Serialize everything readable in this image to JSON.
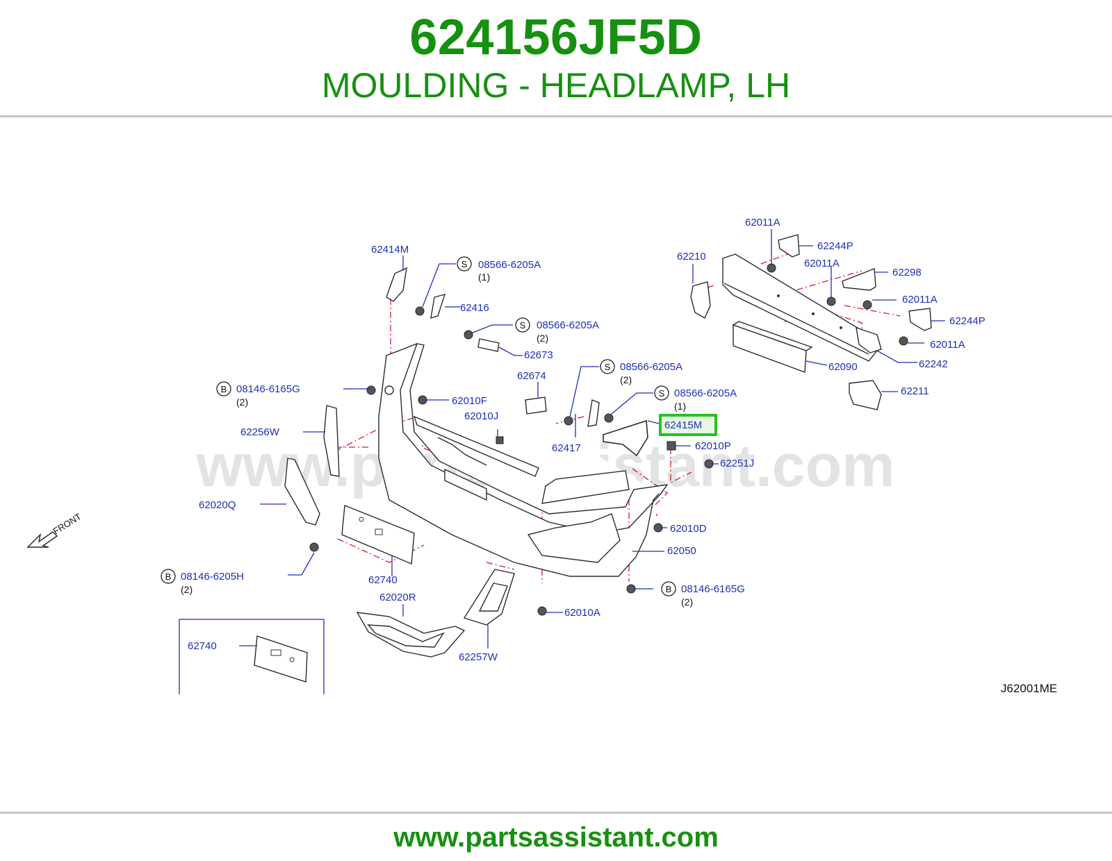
{
  "header": {
    "part_number": "624156JF5D",
    "description": "MOULDING - HEADLAMP, LH"
  },
  "watermark": "www.partsassistant.com",
  "footer": {
    "url": "www.partsassistant.com"
  },
  "diagram": {
    "code": "J62001ME",
    "front_label": "FRONT",
    "highlighted_part": "62415M",
    "labels": [
      {
        "id": "l-62011a-1",
        "text": "62011A"
      },
      {
        "id": "l-62244p-1",
        "text": "62244P"
      },
      {
        "id": "l-62210",
        "text": "62210"
      },
      {
        "id": "l-62011a-2",
        "text": "62011A"
      },
      {
        "id": "l-62298",
        "text": "62298"
      },
      {
        "id": "l-62011a-3",
        "text": "62011A"
      },
      {
        "id": "l-62244p-2",
        "text": "62244P"
      },
      {
        "id": "l-62011a-4",
        "text": "62011A"
      },
      {
        "id": "l-62242",
        "text": "62242"
      },
      {
        "id": "l-62090",
        "text": "62090"
      },
      {
        "id": "l-62211",
        "text": "62211"
      },
      {
        "id": "l-62414m",
        "text": "62414M"
      },
      {
        "id": "l-s08566-1",
        "text": "08566-6205A"
      },
      {
        "id": "l-62416",
        "text": "62416"
      },
      {
        "id": "l-s08566-2",
        "text": "08566-6205A"
      },
      {
        "id": "l-62673",
        "text": "62673"
      },
      {
        "id": "l-62674",
        "text": "62674"
      },
      {
        "id": "l-s08566-3",
        "text": "08566-6205A"
      },
      {
        "id": "l-s08566-4",
        "text": "08566-6205A"
      },
      {
        "id": "l-b08146-1",
        "text": "08146-6165G"
      },
      {
        "id": "l-62010f",
        "text": "62010F"
      },
      {
        "id": "l-62010j",
        "text": "62010J"
      },
      {
        "id": "l-62256w",
        "text": "62256W"
      },
      {
        "id": "l-62417",
        "text": "62417"
      },
      {
        "id": "l-62010p",
        "text": "62010P"
      },
      {
        "id": "l-62251j",
        "text": "62251J"
      },
      {
        "id": "l-62020q",
        "text": "62020Q"
      },
      {
        "id": "l-62010d",
        "text": "62010D"
      },
      {
        "id": "l-62050",
        "text": "62050"
      },
      {
        "id": "l-b08146-2",
        "text": "08146-6205H"
      },
      {
        "id": "l-62740-1",
        "text": "62740"
      },
      {
        "id": "l-b08146-3",
        "text": "08146-6165G"
      },
      {
        "id": "l-62020r",
        "text": "62020R"
      },
      {
        "id": "l-62010a",
        "text": "62010A"
      },
      {
        "id": "l-62257w",
        "text": "62257W"
      },
      {
        "id": "l-62740-2",
        "text": "62740"
      }
    ],
    "quantities": {
      "s1": "(1)",
      "s2": "(2)",
      "s3": "(2)",
      "s4": "(1)",
      "b1": "(2)",
      "b2": "(2)",
      "b3": "(2)"
    },
    "symbols": {
      "screw": "S",
      "bolt": "B"
    }
  }
}
